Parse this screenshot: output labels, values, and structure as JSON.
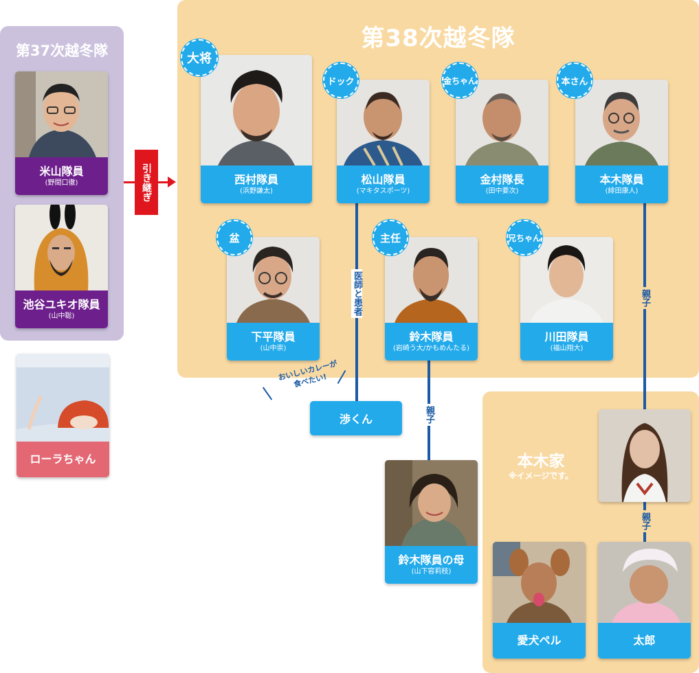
{
  "team37": {
    "title": "第37次越冬隊",
    "members": [
      {
        "name": "米山隊員",
        "actor": "(野間口徹)"
      },
      {
        "name": "池谷ユキオ隊員",
        "actor": "(山中聡)"
      }
    ]
  },
  "lola": {
    "name": "ローラちゃん"
  },
  "handover": {
    "label": "引き継ぎ"
  },
  "team38": {
    "title": "第38次越冬隊",
    "members": [
      {
        "nickname": "大将",
        "name": "西村隊員",
        "actor": "(浜野謙太)"
      },
      {
        "nickname": "ドック",
        "name": "松山隊員",
        "actor": "(マキタスポーツ)"
      },
      {
        "nickname": "金ちゃん",
        "name": "金村隊長",
        "actor": "(田中要次)"
      },
      {
        "nickname": "本さん",
        "name": "本木隊員",
        "actor": "(緋田康人)"
      },
      {
        "nickname": "盆",
        "name": "下平隊員",
        "actor": "(山中崇)"
      },
      {
        "nickname": "主任",
        "name": "鈴木隊員",
        "actor": "(岩崎う大/かもめんたる)"
      },
      {
        "nickname": "兄ちゃん",
        "name": "川田隊員",
        "actor": "(福山翔大)"
      }
    ]
  },
  "relations": {
    "doctor_patient": "医師と患者",
    "parent_child": "親子"
  },
  "wataru": {
    "name": "渉くん"
  },
  "callout": {
    "line1": "おいしいカレーが",
    "line2": "食べたい!"
  },
  "suzuki_mother": {
    "name": "鈴木隊員の母",
    "actor": "(山下容莉枝)"
  },
  "motoki_family": {
    "title": "本木家",
    "note": "※イメージです。",
    "members": [
      {
        "name": "愛犬ペル"
      },
      {
        "name": "太郎"
      }
    ]
  },
  "colors": {
    "caption_blue": "#22aaeb",
    "caption_purple": "#6d1f8c",
    "caption_pink": "#e36874",
    "panel_peach": "#f9d9a2",
    "panel_lavender": "#cbc1dd",
    "line_navy": "#1b5aa5",
    "arrow_red": "#e0161e"
  }
}
